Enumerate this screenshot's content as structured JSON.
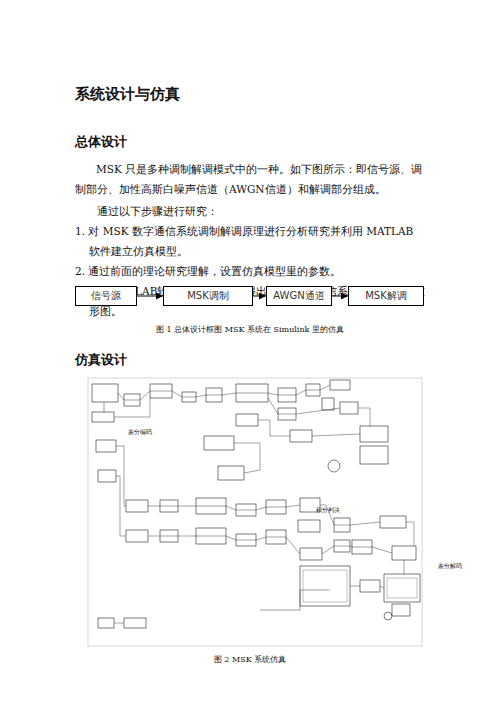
{
  "diagram": {
    "title": "系统设计与仿真",
    "nodes": [
      {
        "text": [
          "信号源"
        ]
      },
      {
        "text": [
          "MSK调制"
        ]
      },
      {
        "text": [
          "AWGN通道"
        ]
      },
      {
        "text": [
          "MSK解调"
        ]
      }
    ],
    "edges": [
      {
        "from": 0,
        "to": 1,
        "arrow": "to"
      },
      {
        "from": 1,
        "to": 2,
        "arrow": "to"
      },
      {
        "from": 2,
        "to": 3,
        "arrow": "to"
      }
    ],
    "labels": [
      "总体设计",
      "MSK 只是多种调制解调模式中的一种。如下图所示：即信号源、调制部分、加性高斯白噪声信道（AWGN信道）和解调部分组成。",
      "通过以下步骤进行研究：",
      "1. 对 MSK 数字通信系统调制解调原理进行分析研究并利用 MATLAB 软件建立仿真模型。",
      "2. 通过前面的理论研究理解，设置仿真模型里的参数。",
      "3. 运用MATLAB软件的仿真功能，得出MSK数字通信系统各点的仿真波形图。",
      "图 1 总体设计框图 MSK 系统在 Simulink 里的仿真",
      "仿真设计",
      "差分编码",
      "积分判决",
      "差分解码",
      "图 2 MSK 系统仿真"
    ]
  }
}
